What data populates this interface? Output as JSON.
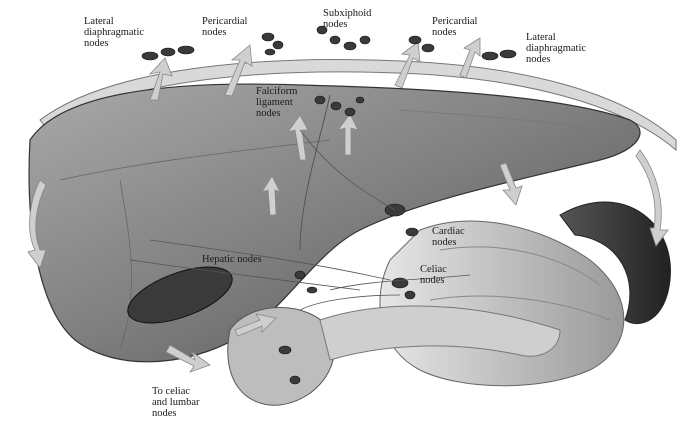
{
  "labels": {
    "lateral_left": "Lateral\ndiaphragmatic\nnodes",
    "pericardial_left": "Pericardial\nnodes",
    "subxiphoid": "Subxiphoid\nnodes",
    "pericardial_right": "Pericardial\nnodes",
    "lateral_right": "Lateral\ndiaphragmatic\nnodes",
    "falciform": "Falciform\nligament\nnodes",
    "cardiac": "Cardiac\nnodes",
    "hepatic": "Hepatic nodes",
    "celiac": "Celiac\nnodes",
    "celiac_lumbar": "To celiac\nand lumbar\nnodes"
  },
  "colors": {
    "liver_fill": "#8a8a8a",
    "liver_shadow": "#555555",
    "stomach_fill": "#d8d8d8",
    "arrow_fill": "#c9c9c9",
    "node_fill": "#3a3a3a"
  }
}
